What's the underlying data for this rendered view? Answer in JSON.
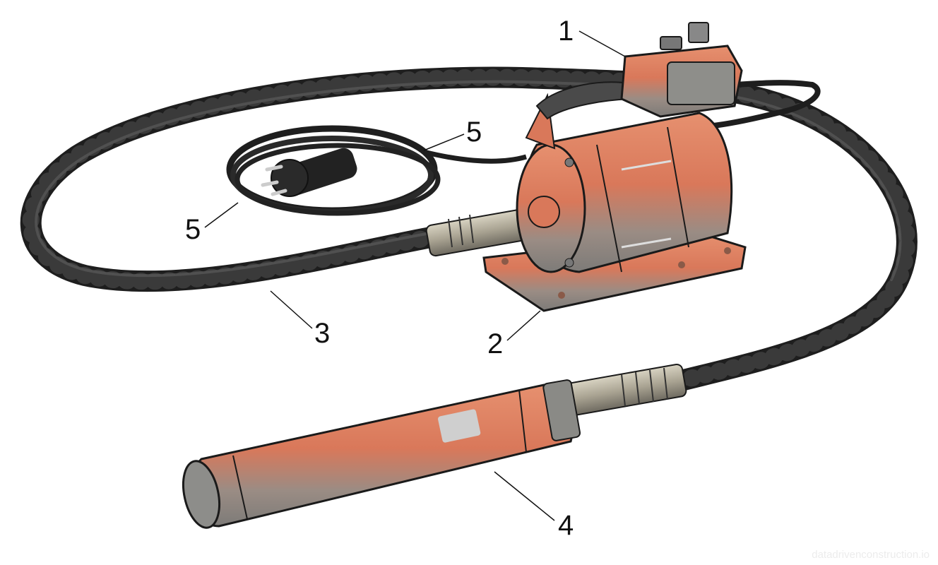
{
  "diagram": {
    "subject": "Electric concrete vibrator (internal / immersion type)",
    "colors": {
      "body_orange": "#d9785a",
      "body_shadow": "#8a8a88",
      "hose_black": "#2b2b2b",
      "hose_highlight": "#555555",
      "metal": "#b9b4a2",
      "outline": "#1a1a1a",
      "background": "#ffffff"
    },
    "callouts": [
      {
        "id": "1",
        "label": "1",
        "part": "switch-box with handle"
      },
      {
        "id": "2",
        "label": "2",
        "part": "electric motor on base plate"
      },
      {
        "id": "3",
        "label": "3",
        "part": "flexible shaft hose"
      },
      {
        "id": "4",
        "label": "4",
        "part": "vibrating poker head"
      },
      {
        "id": "5a",
        "label": "5",
        "part": "power cord"
      },
      {
        "id": "5b",
        "label": "5",
        "part": "power cord with plug"
      }
    ]
  },
  "watermark": "datadrivenconstruction.io"
}
